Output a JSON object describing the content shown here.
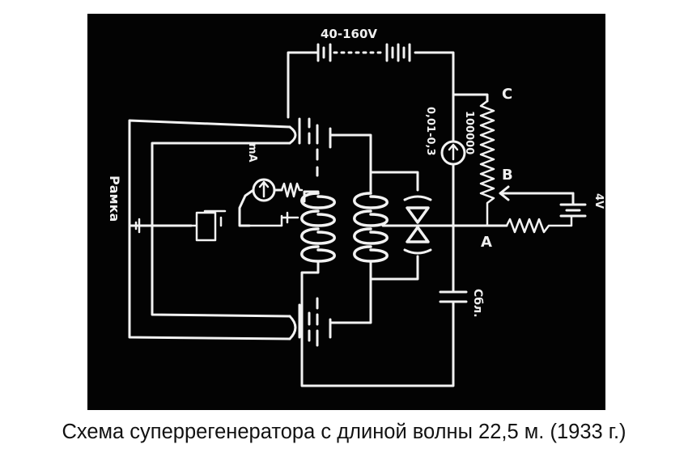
{
  "caption": "Схема суперрегенератора с длиной волны 22,5 м. (1933 г.)",
  "diagram": {
    "voltage_range": "40-160V",
    "resistor_top": "100000",
    "meter_label": "mA",
    "right_meter_label": "0,01-0,3",
    "point_a": "A",
    "point_b": "B",
    "point_c": "C",
    "battery_right": "4V",
    "capacitor_label": "Сбл.",
    "antenna_label": "Рамка"
  },
  "colors": {
    "chalk": "#f2f2f2",
    "board": "#030303",
    "page": "#ffffff",
    "caption_text": "#111111"
  }
}
